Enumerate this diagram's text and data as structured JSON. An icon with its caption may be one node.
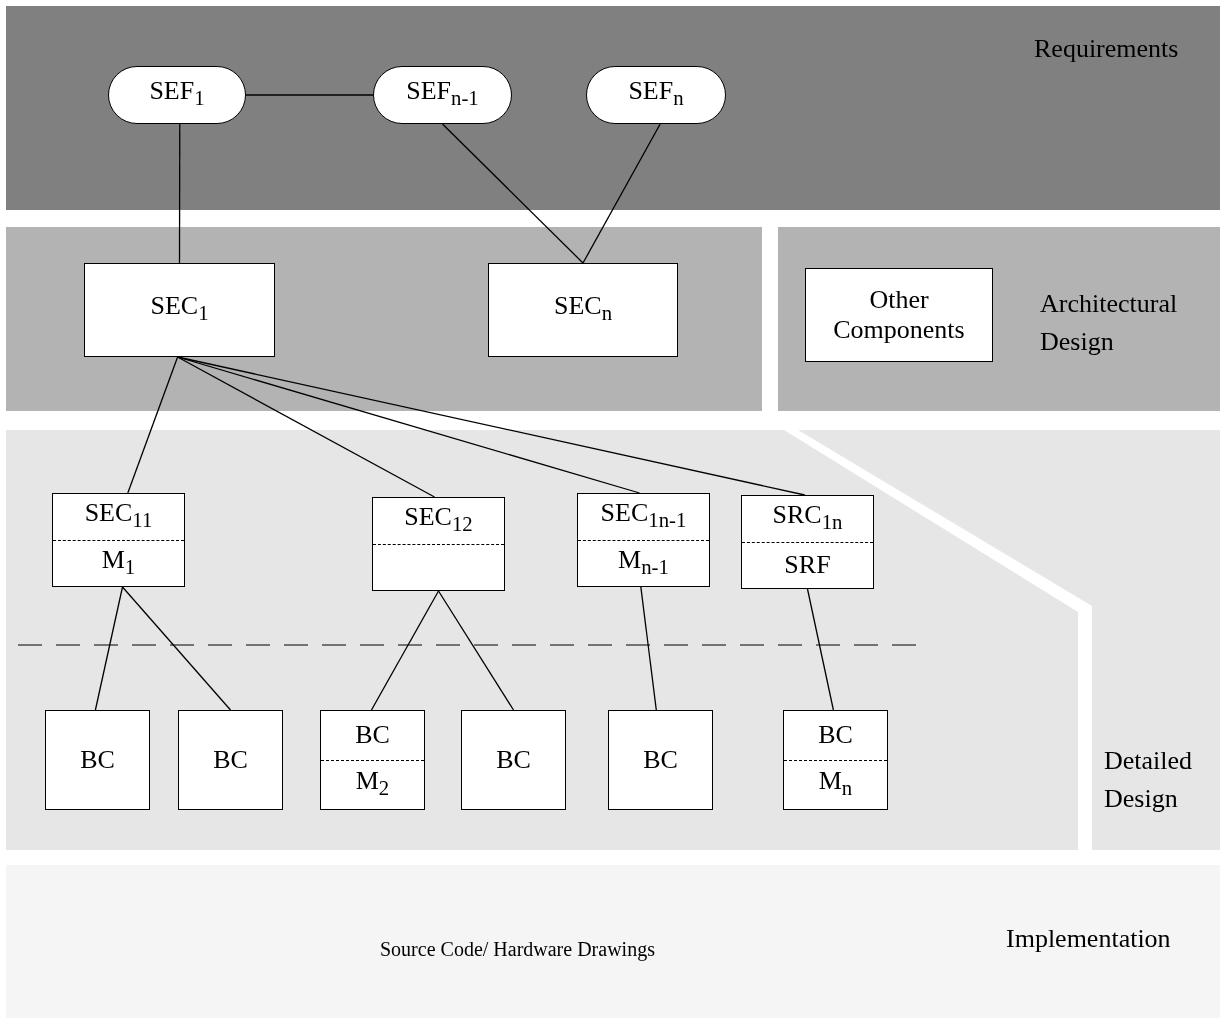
{
  "diagram": {
    "nodes": [
      {
        "text": [
          "Requirements"
        ]
      },
      {
        "text": [
          "SEF$_{1}$"
        ],
        "in": 0
      },
      {
        "text": [
          "SEF$_{n-1}$"
        ],
        "in": 0
      },
      {
        "text": [
          "SEF$_{n}$"
        ],
        "in": 0
      },
      {
        "text": [],
        "shape": "box"
      },
      {
        "text": [
          "SEC$_{1}$"
        ],
        "in": 4
      },
      {
        "text": [
          "SEC$_{n}$"
        ],
        "in": 4
      },
      {
        "text": [
          "Architectural Design"
        ]
      },
      {
        "text": [
          "Other Components"
        ],
        "in": 7
      },
      {
        "text": [
          "Detailed Design"
        ]
      },
      {
        "text": [
          "SEC$_{11}$",
          "M$_{1}$"
        ],
        "in": 9
      },
      {
        "text": [
          "SEC$_{12}$"
        ],
        "in": 9
      },
      {
        "text": [
          "SEC$_{1n-1}$",
          "M$_{n-1}$"
        ],
        "in": 9
      },
      {
        "text": [
          "SRC$_{1n}$",
          "SRF"
        ],
        "in": 9
      },
      {
        "text": [
          "BC"
        ],
        "in": 9
      },
      {
        "text": [
          "BC"
        ],
        "in": 9
      },
      {
        "text": [
          "BC",
          "M$_{2}$"
        ],
        "in": 9
      },
      {
        "text": [
          "BC"
        ],
        "in": 9
      },
      {
        "text": [
          "BC"
        ],
        "in": 9
      },
      {
        "text": [
          "BC",
          "M$_{n}$"
        ],
        "in": 9
      },
      {
        "text": [
          "Implementation",
          "Source Code/ Hardware Drawings"
        ]
      }
    ],
    "edges": [
      {
        "from": 1,
        "to": 2,
        "arrow": "none"
      },
      {
        "from": 1,
        "to": 5,
        "arrow": "none"
      },
      {
        "from": 2,
        "to": 6,
        "arrow": "none"
      },
      {
        "from": 3,
        "to": 6,
        "arrow": "none"
      },
      {
        "from": 5,
        "to": 10,
        "arrow": "none"
      },
      {
        "from": 5,
        "to": 11,
        "arrow": "none"
      },
      {
        "from": 5,
        "to": 12,
        "arrow": "none"
      },
      {
        "from": 5,
        "to": 13,
        "arrow": "none"
      },
      {
        "from": 10,
        "to": 14,
        "arrow": "none"
      },
      {
        "from": 10,
        "to": 15,
        "arrow": "none"
      },
      {
        "from": 11,
        "to": 16,
        "arrow": "none"
      },
      {
        "from": 11,
        "to": 17,
        "arrow": "none"
      },
      {
        "from": 12,
        "to": 18,
        "arrow": "none"
      },
      {
        "from": 13,
        "to": 19,
        "arrow": "none"
      }
    ]
  }
}
